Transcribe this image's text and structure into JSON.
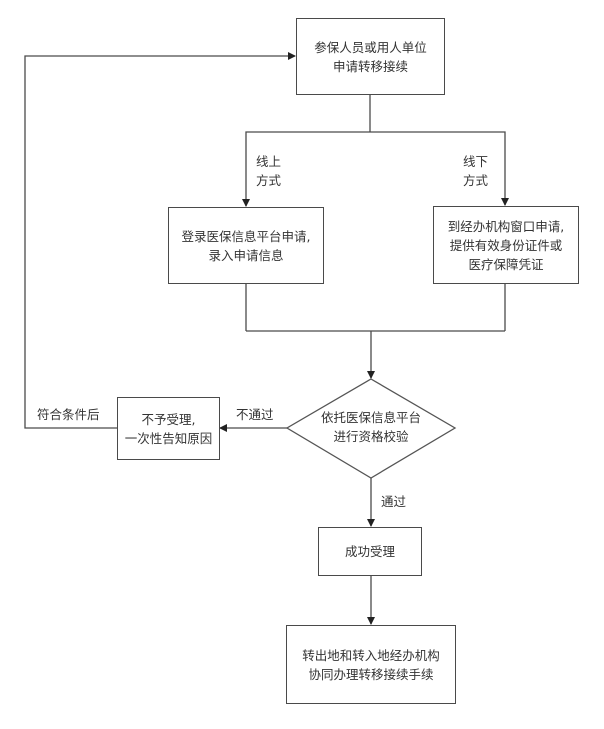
{
  "diagram": {
    "type": "flowchart",
    "nodes": {
      "start": {
        "shape": "process",
        "lines": [
          "参保人员或用人单位",
          "申请转移接续"
        ]
      },
      "online": {
        "shape": "process",
        "lines": [
          "登录医保信息平台申请,",
          "录入申请信息"
        ]
      },
      "offline": {
        "shape": "process",
        "lines": [
          "到经办机构窗口申请,",
          "提供有效身份证件或",
          "医疗保障凭证"
        ]
      },
      "check": {
        "shape": "decision",
        "lines": [
          "依托医保信息平台",
          "进行资格校验"
        ]
      },
      "reject": {
        "shape": "process",
        "lines": [
          "不予受理,",
          "一次性告知原因"
        ]
      },
      "accept": {
        "shape": "process",
        "lines": [
          "成功受理"
        ]
      },
      "transfer": {
        "shape": "process",
        "lines": [
          "转出地和转入地经办机构",
          "协同办理转移接续手续"
        ]
      }
    },
    "edge_labels": {
      "online": [
        "线上",
        "方式"
      ],
      "offline": [
        "线下",
        "方式"
      ],
      "fail": "不通过",
      "pass": "通过",
      "retry": "符合条件后"
    },
    "edges": [
      {
        "from": "start",
        "to": "online",
        "label": "线上方式"
      },
      {
        "from": "start",
        "to": "offline",
        "label": "线下方式"
      },
      {
        "from": "online",
        "to": "check"
      },
      {
        "from": "offline",
        "to": "check"
      },
      {
        "from": "check",
        "to": "reject",
        "label": "不通过"
      },
      {
        "from": "check",
        "to": "accept",
        "label": "通过"
      },
      {
        "from": "accept",
        "to": "transfer"
      },
      {
        "from": "reject",
        "to": "start",
        "label": "符合条件后"
      }
    ]
  },
  "colors": {
    "line": "#4a4a4a",
    "text": "#333333",
    "background": "#ffffff"
  }
}
